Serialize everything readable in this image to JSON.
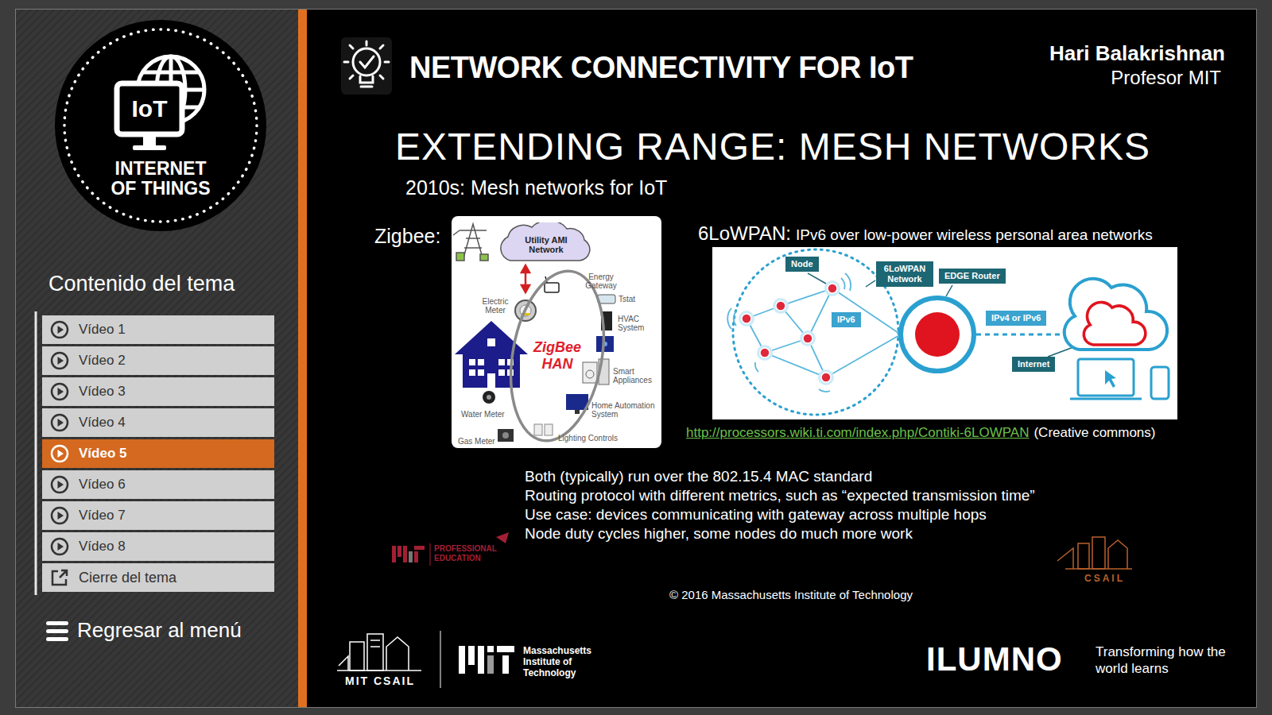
{
  "diagram": {
    "title": "EXTENDING RANGE: MESH NETWORKS",
    "nodes": [
      {
        "text": [
          "IoT",
          "INTERNET OF THINGS"
        ]
      },
      {
        "text": [
          "Vídeo 1"
        ]
      },
      {
        "text": [
          "Vídeo 2"
        ]
      },
      {
        "text": [
          "Vídeo 3"
        ]
      },
      {
        "text": [
          "Vídeo 4"
        ]
      },
      {
        "text": [
          "Vídeo 5"
        ]
      },
      {
        "text": [
          "Vídeo 6"
        ]
      },
      {
        "text": [
          "Vídeo 7"
        ]
      },
      {
        "text": [
          "Vídeo 8"
        ]
      },
      {
        "text": [
          "Cierre del tema"
        ]
      },
      {
        "text": [
          "Utility AMI Network"
        ]
      },
      {
        "text": [
          "ZigBee HAN"
        ]
      },
      {
        "text": [
          "Node"
        ]
      },
      {
        "text": [
          "6LoWPAN Network"
        ]
      },
      {
        "text": [
          "EDGE Router"
        ]
      },
      {
        "text": [
          "IPv6"
        ]
      },
      {
        "text": [
          "IPv4 or IPv6"
        ]
      },
      {
        "text": [
          "Internet"
        ]
      }
    ],
    "labels": [
      "NETWORK CONNECTIVITY FOR IoT",
      "Hari Balakrishnan",
      "Profesor MIT",
      "2010s: Mesh networks for IoT",
      "Zigbee:",
      "Energy Gateway",
      "Electric Meter",
      "Tstat",
      "HVAC System",
      "Smart Appliances",
      "Home Automation System",
      "Water Meter",
      "Lighting Controls",
      "Gas Meter",
      "6LoWPAN:",
      "IPv6 over low-power wireless personal area networks",
      "http://processors.wiki.ti.com/index.php/Contiki-6LOWPAN",
      "(Creative commons)",
      "Both (typically) run over the 802.15.4 MAC standard",
      "Routing protocol with different metrics, such as “expected transmission time”",
      "Use case: devices communicating with gateway across multiple hops",
      "Node duty cycles higher, some nodes do much more work",
      "PROFESSIONAL EDUCATION",
      "CSAIL",
      "© 2016 Massachusetts Institute of Technology",
      "MIT CSAIL",
      "Massachusetts Institute of Technology",
      "ILUMNO",
      "Transforming how the world learns",
      "Contenido del tema",
      "Regresar al menú"
    ]
  }
}
